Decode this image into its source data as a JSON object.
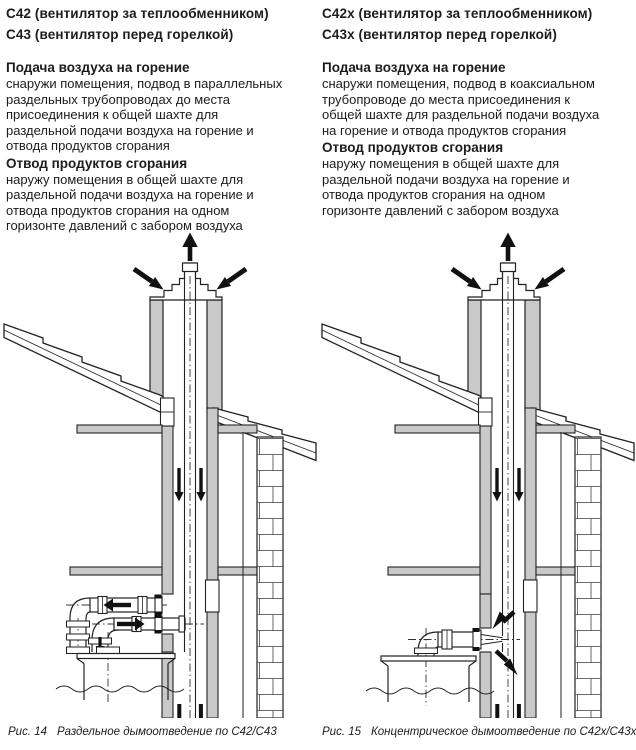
{
  "colors": {
    "gray_fill": "#c9c9c9",
    "line": "#222222",
    "black": "#111111",
    "page_bg": "#ffffff"
  },
  "columns": {
    "left": {
      "model_lines": [
        "C42 (вентилятор за теплообменником)",
        "C43 (вентилятор перед горелкой)"
      ],
      "air_heading": "Подача воздуха на горение",
      "air_lines": [
        "снаружи помещения, подвод в параллельных",
        "раздельных трубопроводах до места",
        "присоединения к общей шахте для",
        "раздельной подачи воздуха на горение и",
        "отвода продуктов сгорания"
      ],
      "flue_heading": "Отвод продуктов сгорания",
      "flue_lines": [
        "наружу помещения в общей шахте для",
        "раздельной подачи воздуха на горение и",
        "отвода продуктов сгорания на одном",
        "горизонте давлений с забором воздуха"
      ],
      "fig_label": "Рис. 14",
      "fig_caption": "Раздельное дымоотведение по C42/C43"
    },
    "right": {
      "model_lines": [
        "C42x (вентилятор за теплообменником)",
        "C43x (вентилятор перед горелкой)"
      ],
      "air_heading": "Подача воздуха на горение",
      "air_lines": [
        "снаружи помещения, подвод в коаксиальном",
        "трубопроводе до места присоединения к",
        "общей шахте для раздельной подачи воздуха",
        "на горение и отвода продуктов сгорания"
      ],
      "flue_heading": "Отвод продуктов сгорания",
      "flue_lines": [
        "наружу помещения в общей шахте для",
        "раздельной подачи воздуха на горение и",
        "отвода продуктов сгорания на одном",
        "горизонте давлений с забором воздуха"
      ],
      "fig_label": "Рис. 15",
      "fig_caption": "Концентрическое дымоотведение по C42x/C43x"
    }
  }
}
